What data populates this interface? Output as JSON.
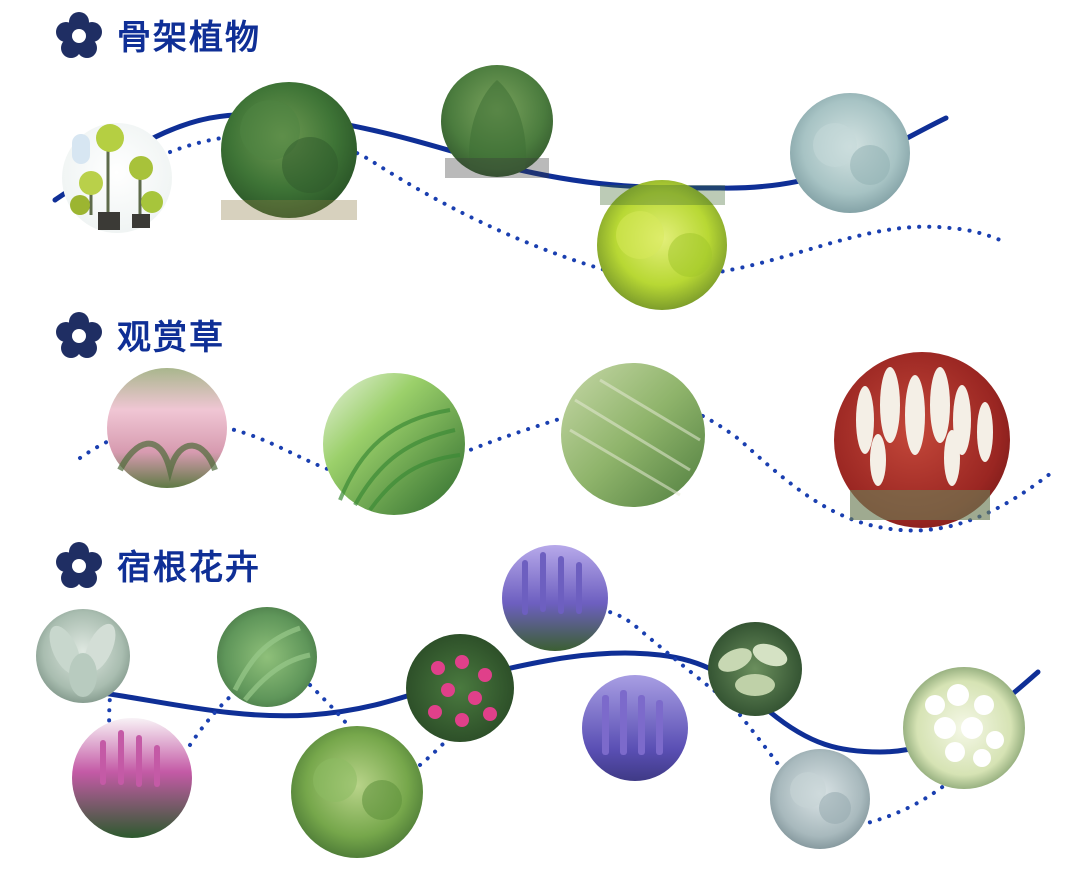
{
  "sections": [
    {
      "title": "骨架植物",
      "colors": {
        "curve": "#0f2f96",
        "dots": "#1a3fb0"
      }
    },
    {
      "title": "观赏草",
      "colors": {
        "curve": "#0f2f96",
        "dots": "#1a3fb0"
      }
    },
    {
      "title": "宿根花卉",
      "colors": {
        "curve": "#0f2f96",
        "dots": "#1a3fb0"
      }
    }
  ],
  "icons": {
    "section": "flower-icon"
  },
  "plant_photos": [
    {
      "name": "standard-topiary-photo",
      "palette": [
        "#f3f6f6",
        "#a8c23a",
        "#c9d665"
      ]
    },
    {
      "name": "round-shrub-photo",
      "palette": [
        "#2e5f2a",
        "#3e7436",
        "#6f9a52"
      ]
    },
    {
      "name": "conifer-shrub-photo",
      "palette": [
        "#2f5a2a",
        "#4b7c3e",
        "#8fa67a"
      ]
    },
    {
      "name": "golden-shrub-photo",
      "palette": [
        "#6d8f2d",
        "#b8d834",
        "#e3ef7a"
      ]
    },
    {
      "name": "blue-gray-shrub-photo",
      "palette": [
        "#7ea2a8",
        "#a7c3c4",
        "#d4e3e2"
      ]
    },
    {
      "name": "pink-muhly-grass-photo",
      "palette": [
        "#7d8f5e",
        "#d79bb0",
        "#f0c6d4"
      ]
    },
    {
      "name": "feather-grass-photo",
      "palette": [
        "#2e6b2e",
        "#6fb24a",
        "#c8e59a"
      ]
    },
    {
      "name": "wild-grass-meadow-photo",
      "palette": [
        "#4f7d3e",
        "#8fb46b",
        "#c7d8a8"
      ]
    },
    {
      "name": "pampas-grass-photo",
      "palette": [
        "#8d1f1e",
        "#c4483a",
        "#f4efe6"
      ]
    },
    {
      "name": "lambs-ear-photo",
      "palette": [
        "#6f8876",
        "#a9bdb0",
        "#dfe8e1"
      ]
    },
    {
      "name": "fern-photo",
      "palette": [
        "#3f6d3d",
        "#6fa65c",
        "#b7d4a6"
      ]
    },
    {
      "name": "purple-salvia-tall-photo",
      "palette": [
        "#4b3f8f",
        "#7c6acb",
        "#b7a9ea"
      ]
    },
    {
      "name": "pink-dianthus-photo",
      "palette": [
        "#2f5a2c",
        "#d6377f",
        "#f28cba"
      ]
    },
    {
      "name": "hosta-photo",
      "palette": [
        "#254a2b",
        "#6b8f5d",
        "#d8e2c0"
      ]
    },
    {
      "name": "pink-obedient-plant-photo",
      "palette": [
        "#2d5a2e",
        "#c45aa6",
        "#f3a6d6"
      ]
    },
    {
      "name": "green-perennial-photo",
      "palette": [
        "#3e7432",
        "#76a74b",
        "#b9d48a"
      ]
    },
    {
      "name": "purple-salvia-photo",
      "palette": [
        "#3f3a86",
        "#6b5ec3",
        "#a89ee3"
      ]
    },
    {
      "name": "dusty-miller-photo",
      "palette": [
        "#6f8690",
        "#a8b9bd",
        "#dbe4e6"
      ]
    },
    {
      "name": "white-snapdragon-photo",
      "palette": [
        "#2e5a2a",
        "#e9f1cf",
        "#ffffff"
      ]
    }
  ]
}
